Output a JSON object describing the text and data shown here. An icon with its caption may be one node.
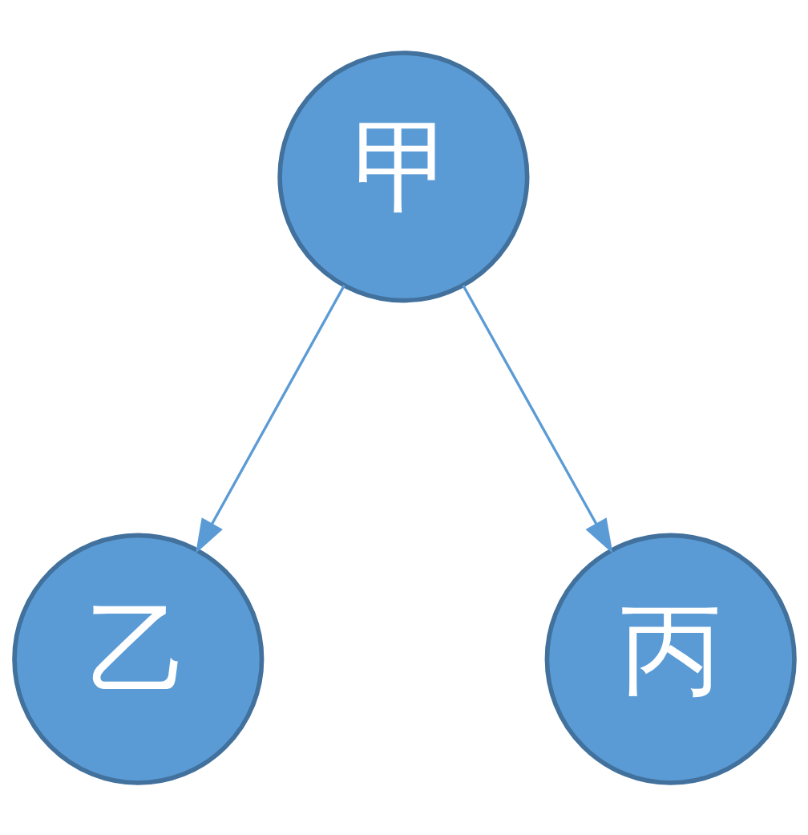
{
  "diagram": {
    "nodes": [
      {
        "text": [
          "甲"
        ]
      },
      {
        "text": [
          "乙"
        ]
      },
      {
        "text": [
          "丙"
        ]
      }
    ],
    "edges": [
      {
        "from": 0,
        "to": 1,
        "arrow": "to"
      },
      {
        "from": 0,
        "to": 2,
        "arrow": "to"
      }
    ]
  }
}
